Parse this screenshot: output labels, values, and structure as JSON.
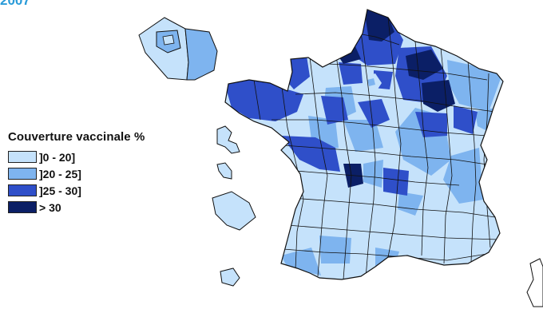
{
  "corner_text": "2007",
  "legend": {
    "title": "Couverture vaccinale %",
    "items": [
      {
        "label": "]0 - 20]",
        "color": "#c5e2fb"
      },
      {
        "label": "]20 - 25]",
        "color": "#7eb4ef"
      },
      {
        "label": "]25 - 30]",
        "color": "#2f4fc9"
      },
      {
        "label": "> 30",
        "color": "#0b1f66"
      }
    ]
  },
  "colors": {
    "c1": "#c5e2fb",
    "c2": "#7eb4ef",
    "c3": "#2f4fc9",
    "c4": "#0b1f66",
    "border": "#111111"
  }
}
